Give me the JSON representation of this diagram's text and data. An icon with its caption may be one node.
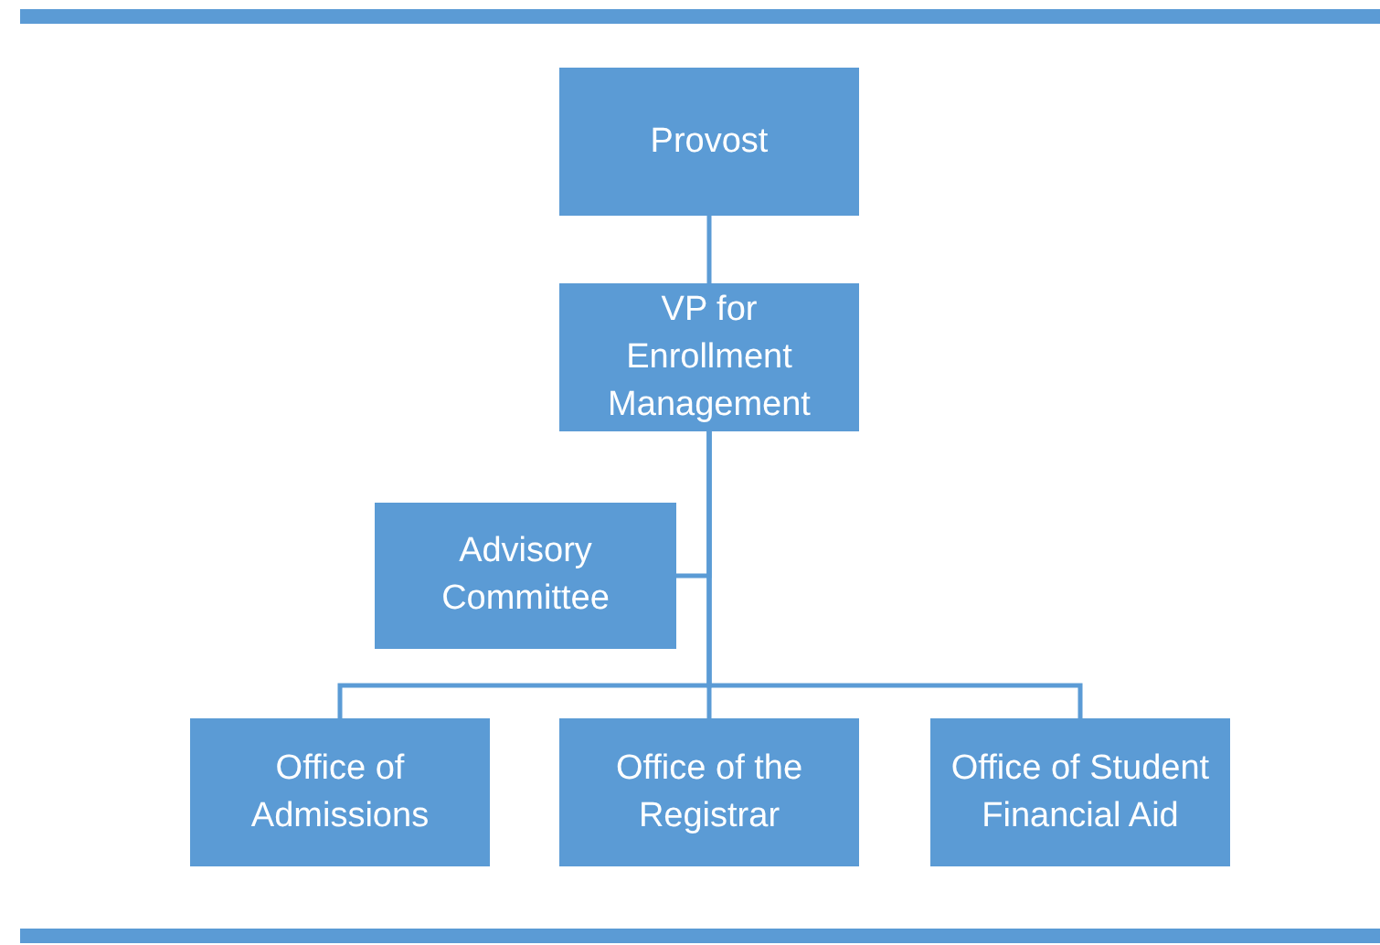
{
  "diagram": {
    "nodes": [
      {
        "text": [
          "Provost"
        ]
      },
      {
        "text": [
          "VP for Enrollment Management"
        ]
      },
      {
        "text": [
          "Advisory Committee"
        ]
      },
      {
        "text": [
          "Office of Admissions"
        ]
      },
      {
        "text": [
          "Office of the Registrar"
        ]
      },
      {
        "text": [
          "Office of Student Financial Aid"
        ]
      }
    ],
    "edges": [
      {
        "from": 0,
        "to": 1,
        "arrow": "none"
      },
      {
        "from": 1,
        "to": 2,
        "arrow": "none"
      },
      {
        "from": 1,
        "to": 3,
        "arrow": "none"
      },
      {
        "from": 1,
        "to": 4,
        "arrow": "none"
      },
      {
        "from": 1,
        "to": 5,
        "arrow": "none"
      }
    ]
  }
}
